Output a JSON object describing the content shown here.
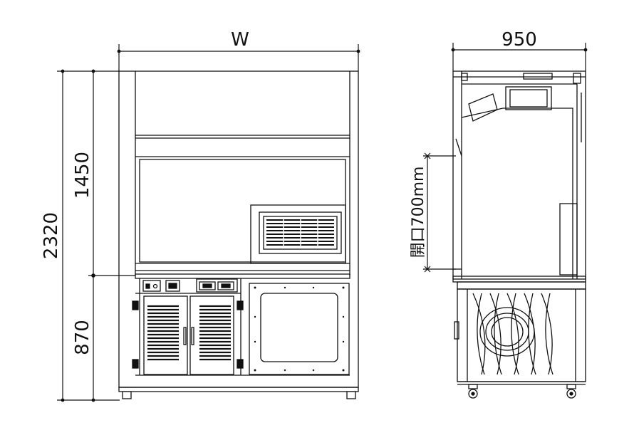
{
  "dimensions": {
    "width_label": "W",
    "depth_label": "950",
    "total_height": "2320",
    "upper_height": "1450",
    "lower_height": "870",
    "sash_opening": "開口700mm"
  },
  "colors": {
    "line": "#111111",
    "background": "#ffffff"
  }
}
